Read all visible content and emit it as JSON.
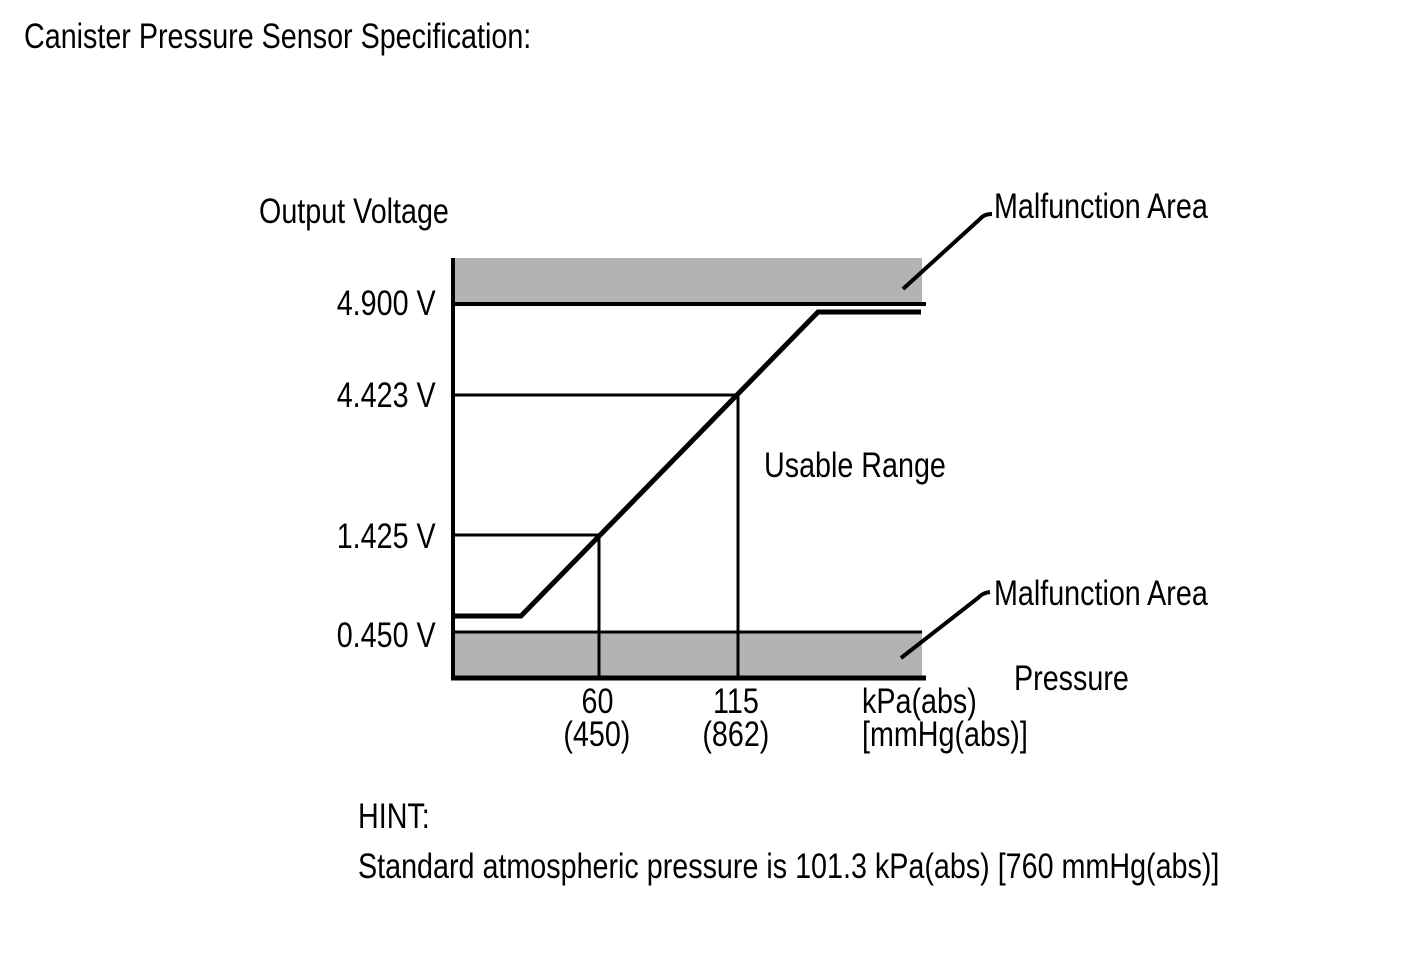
{
  "page": {
    "title": "Canister Pressure Sensor Specification:"
  },
  "colors": {
    "band_gray": "#b3b3b3",
    "line": "#000000",
    "background": "#ffffff",
    "text": "#000000"
  },
  "chart_data": {
    "type": "line",
    "title": "Canister Pressure Sensor Specification",
    "ylabel": "Output Voltage",
    "xlabel": "Pressure",
    "x_axis_units": {
      "primary": "kPa(abs)",
      "secondary": "[mmHg(abs)]"
    },
    "y_ticks": [
      {
        "label": "4.900 V",
        "voltage_v": 4.9
      },
      {
        "label": "4.423 V",
        "voltage_v": 4.423
      },
      {
        "label": "1.425 V",
        "voltage_v": 1.425
      },
      {
        "label": "0.450 V",
        "voltage_v": 0.45
      }
    ],
    "x_ticks": [
      {
        "kpa_label": "60",
        "mmhg_label": "(450)",
        "kpa": 60,
        "mmhg": 450
      },
      {
        "kpa_label": "115",
        "mmhg_label": "(862)",
        "kpa": 115,
        "mmhg": 862
      }
    ],
    "reference_points": [
      {
        "pressure_kpa": 60,
        "pressure_mmhg": 450,
        "voltage_v": 1.425
      },
      {
        "pressure_kpa": 115,
        "pressure_mmhg": 862,
        "voltage_v": 4.423
      }
    ],
    "malfunction_areas": [
      {
        "label": "Malfunction Area",
        "position": "above",
        "threshold_v": 4.9
      },
      {
        "label": "Malfunction Area",
        "position": "below",
        "threshold_v": 0.45
      }
    ],
    "usable_range_label": "Usable Range",
    "curve_shape": "flat low plateau slightly above 0.450 V, linear rise through (60 kPa, 1.425 V) and (115 kPa, 4.423 V), flat high plateau slightly below 4.900 V",
    "legend": "none",
    "grid": "off"
  },
  "hint": {
    "heading": "HINT:",
    "text": "Standard atmospheric pressure is 101.3 kPa(abs) [760 mmHg(abs)]"
  }
}
